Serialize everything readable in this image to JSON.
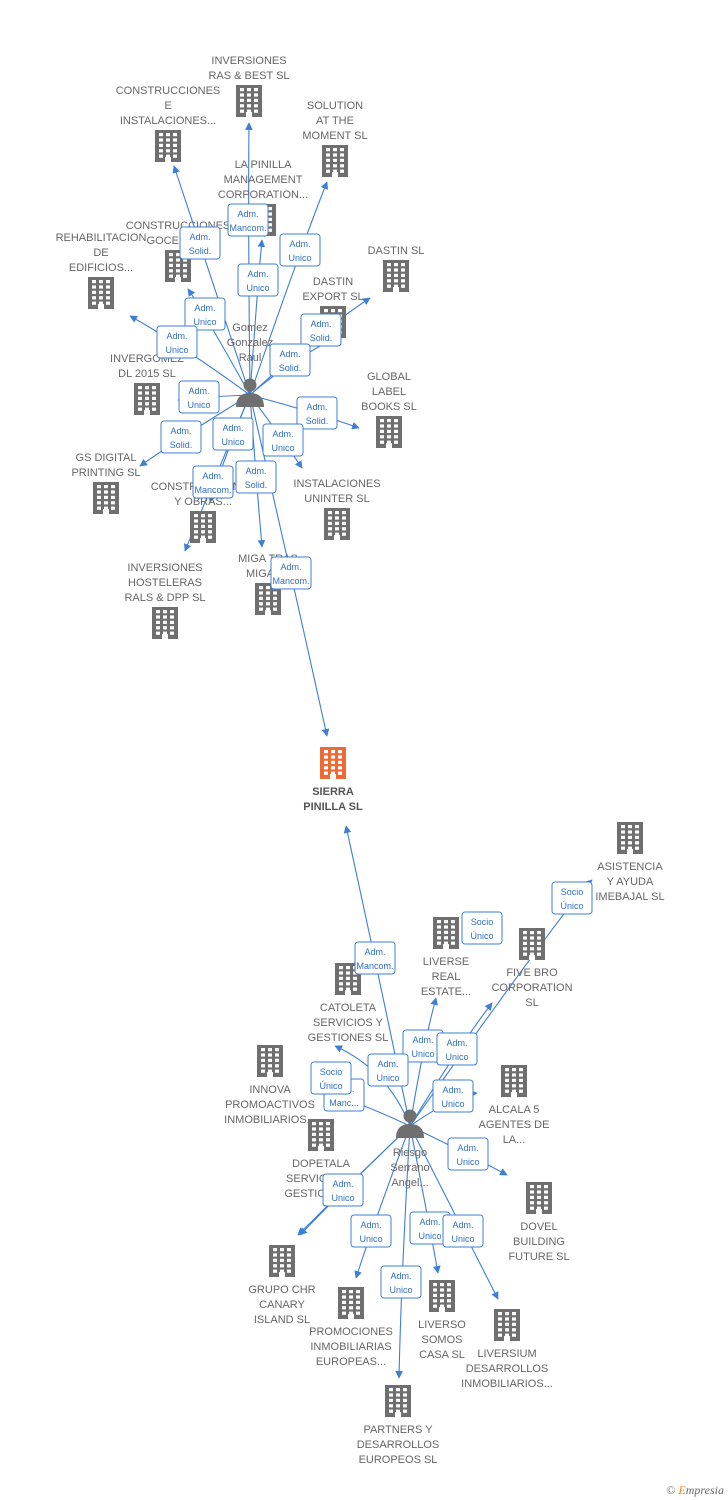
{
  "colors": {
    "building": "#6f6f6f",
    "building_main": "#ee6a34",
    "edge": "#3d7fd6",
    "role_border": "#3d7fd6",
    "role_text": "#2f6fc2",
    "label": "#666666"
  },
  "nodes": {
    "sierra": {
      "lines": [
        "SIERRA",
        "PINILLA SL"
      ],
      "type": "company-main"
    },
    "gomez": {
      "lines": [
        "Gomez",
        "Gonzalez",
        "Raul"
      ],
      "type": "person"
    },
    "riesgo": {
      "lines": [
        "Riesgo",
        "Serrano",
        "Angel..."
      ],
      "type": "person"
    },
    "ras_best": {
      "lines": [
        "INVERSIONES",
        "RAS & BEST SL"
      ],
      "type": "company"
    },
    "construcciones_e": {
      "lines": [
        "CONSTRUCCIONES",
        "E",
        "INSTALACIONES..."
      ],
      "type": "company"
    },
    "solution": {
      "lines": [
        "SOLUTION",
        "AT THE",
        "MOMENT SL"
      ],
      "type": "company"
    },
    "la_pinilla": {
      "lines": [
        "LA PINILLA",
        "MANAGEMENT",
        "CORPORATION..."
      ],
      "type": "company"
    },
    "goceral": {
      "lines": [
        "CONSTRUCCIONES",
        "GOCERAL..."
      ],
      "type": "company"
    },
    "rehabilitacion": {
      "lines": [
        "REHABILITACION",
        "DE",
        "EDIFICIOS..."
      ],
      "type": "company"
    },
    "dastin": {
      "lines": [
        "DASTIN SL"
      ],
      "type": "company"
    },
    "dastin_export": {
      "lines": [
        "DASTIN",
        "EXPORT SL"
      ],
      "type": "company"
    },
    "invergomez": {
      "lines": [
        "INVERGOMEZ",
        "DL 2015 SL"
      ],
      "type": "company"
    },
    "global_label": {
      "lines": [
        "GLOBAL",
        "LABEL",
        "BOOKS SL"
      ],
      "type": "company"
    },
    "gs_digital": {
      "lines": [
        "GS DIGITAL",
        "PRINTING SL"
      ],
      "type": "company"
    },
    "construcciones_obras": {
      "lines": [
        "CONSTRUCCIONES",
        "Y OBRAS..."
      ],
      "type": "company"
    },
    "uninter": {
      "lines": [
        "INSTALACIONES",
        "UNINTER SL"
      ],
      "type": "company"
    },
    "hosteleras": {
      "lines": [
        "INVERSIONES",
        "HOSTELERAS",
        "RALS & DPP SL"
      ],
      "type": "company"
    },
    "miga": {
      "lines": [
        "MIGA TRAS",
        "MIGA SL"
      ],
      "type": "company"
    },
    "asistencia": {
      "lines": [
        "ASISTENCIA",
        "Y AYUDA",
        "IMEBAJAL SL"
      ],
      "type": "company"
    },
    "liverse_real": {
      "lines": [
        "LIVERSE",
        "REAL",
        "ESTATE..."
      ],
      "type": "company"
    },
    "five_bro": {
      "lines": [
        "FIVE BRO",
        "CORPORATION",
        "SL"
      ],
      "type": "company"
    },
    "catoleta": {
      "lines": [
        "CATOLETA",
        "SERVICIOS Y",
        "GESTIONES SL"
      ],
      "type": "company"
    },
    "innova": {
      "lines": [
        "INNOVA",
        "PROMOACTIVOS",
        "INMOBILIARIOS..."
      ],
      "type": "company"
    },
    "alcala": {
      "lines": [
        "ALCALA 5",
        "AGENTES DE",
        "LA..."
      ],
      "type": "company"
    },
    "dopetala": {
      "lines": [
        "DOPETALA",
        "SERVICIOS Y",
        "GESTIONES..."
      ],
      "type": "company"
    },
    "dovel": {
      "lines": [
        "DOVEL",
        "BUILDING",
        "FUTURE SL"
      ],
      "type": "company"
    },
    "grupo_chr": {
      "lines": [
        "GRUPO CHR",
        "CANARY",
        "ISLAND SL"
      ],
      "type": "company"
    },
    "promociones": {
      "lines": [
        "PROMOCIONES",
        "INMOBILIARIAS",
        "EUROPEAS..."
      ],
      "type": "company"
    },
    "liverso": {
      "lines": [
        "LIVERSO",
        "SOMOS",
        "CASA SL"
      ],
      "type": "company"
    },
    "liversium": {
      "lines": [
        "LIVERSIUM",
        "DESARROLLOS",
        "INMOBILIARIOS..."
      ],
      "type": "company"
    },
    "partners": {
      "lines": [
        "PARTNERS Y",
        "DESARROLLOS",
        "EUROPEOS SL"
      ],
      "type": "company"
    }
  },
  "edges": [
    {
      "from": "gomez",
      "to": "ras_best",
      "role": [
        "Adm.",
        "Mancom."
      ]
    },
    {
      "from": "gomez",
      "to": "construcciones_e",
      "role": [
        "Adm.",
        "Solid."
      ]
    },
    {
      "from": "gomez",
      "to": "solution",
      "role": [
        "Adm.",
        "Unico"
      ]
    },
    {
      "from": "gomez",
      "to": "la_pinilla",
      "role": [
        "Adm.",
        "Unico"
      ]
    },
    {
      "from": "gomez",
      "to": "goceral",
      "role": [
        "Adm.",
        "Unico"
      ]
    },
    {
      "from": "gomez",
      "to": "rehabilitacion",
      "role": [
        "Adm.",
        "Unico"
      ]
    },
    {
      "from": "gomez",
      "to": "dastin",
      "role": [
        "Adm.",
        "Solid."
      ]
    },
    {
      "from": "gomez",
      "to": "dastin_export",
      "role": [
        "Adm.",
        "Solid."
      ]
    },
    {
      "from": "gomez",
      "to": "invergomez",
      "role": [
        "Adm.",
        "Unico"
      ]
    },
    {
      "from": "gomez",
      "to": "global_label",
      "role": [
        "Adm.",
        "Solid."
      ]
    },
    {
      "from": "gomez",
      "to": "gs_digital",
      "role": [
        "Adm.",
        "Solid."
      ]
    },
    {
      "from": "gomez",
      "to": "construcciones_obras",
      "role": [
        "Adm.",
        "Unico"
      ]
    },
    {
      "from": "gomez",
      "to": "uninter",
      "role": [
        "Adm.",
        "Unico"
      ]
    },
    {
      "from": "gomez",
      "to": "hosteleras",
      "role": [
        "Adm.",
        "Mancom."
      ]
    },
    {
      "from": "gomez",
      "to": "miga",
      "role": [
        "Adm.",
        "Solid."
      ]
    },
    {
      "from": "gomez",
      "to": "sierra",
      "role": [
        "Adm.",
        "Mancom."
      ]
    },
    {
      "from": "riesgo",
      "to": "sierra",
      "role": [
        "Adm.",
        "Mancom."
      ]
    },
    {
      "from": "riesgo",
      "to": "asistencia",
      "role": [
        "Socio",
        "Único"
      ]
    },
    {
      "from": "riesgo",
      "to": "liverse_real",
      "role": [
        "Adm.",
        "Unico"
      ]
    },
    {
      "from": "riesgo",
      "to": "five_bro",
      "role": [
        "Adm.",
        "Unico"
      ]
    },
    {
      "from": "riesgo",
      "to": "catoleta",
      "role": [
        "Adm.",
        "Unico"
      ]
    },
    {
      "from": "riesgo",
      "to": "innova",
      "role": [
        "Adm.",
        "Manc..."
      ]
    },
    {
      "from": "riesgo",
      "to": "alcala",
      "role": [
        "Adm.",
        "Unico"
      ]
    },
    {
      "from": "riesgo",
      "to": "dopetala",
      "role": [
        "Adm.",
        "Unico"
      ]
    },
    {
      "from": "riesgo",
      "to": "dovel",
      "role": [
        "Adm.",
        "Unico"
      ]
    },
    {
      "from": "riesgo",
      "to": "grupo_chr",
      "role": [
        "Adm.",
        "Unico"
      ]
    },
    {
      "from": "riesgo",
      "to": "promociones",
      "role": [
        "Adm.",
        "Unico"
      ]
    },
    {
      "from": "riesgo",
      "to": "liverso",
      "role": [
        "Adm.",
        "Unico"
      ]
    },
    {
      "from": "riesgo",
      "to": "liversium",
      "role": [
        "Adm.",
        "Unico"
      ]
    },
    {
      "from": "riesgo",
      "to": "partners",
      "role": [
        "Adm.",
        "Unico"
      ]
    }
  ],
  "extra_roles": [
    {
      "attach": "liverse_real",
      "role": [
        "Socio",
        "Único"
      ]
    },
    {
      "attach": "innova",
      "role": [
        "Socio",
        "Único"
      ]
    }
  ],
  "footer": {
    "symbol": "©",
    "brand_first": "E",
    "brand_rest": "mpresia"
  }
}
